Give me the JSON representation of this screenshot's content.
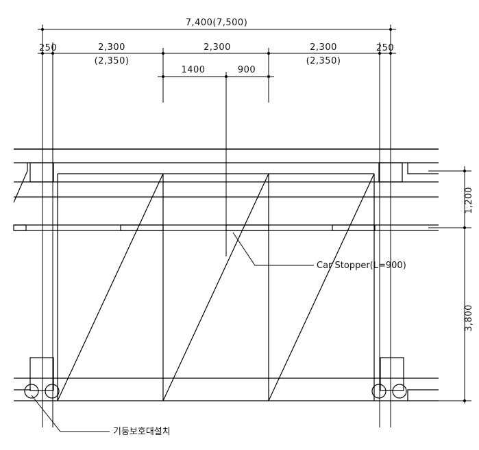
{
  "dimensions": {
    "total_width": "7,400(7,500)",
    "column_left": "250",
    "column_right": "250",
    "bay_left": "2,300",
    "bay_left_alt": "(2,350)",
    "bay_mid": "2,300",
    "bay_right": "2,300",
    "bay_right_alt": "(2,350)",
    "sub_left": "1400",
    "sub_right": "900",
    "depth_top": "1,200",
    "depth_bottom": "3,800"
  },
  "annotations": {
    "car_stopper": "Car Stopper(L=900)",
    "column_protection": "기둥보호대설치"
  }
}
